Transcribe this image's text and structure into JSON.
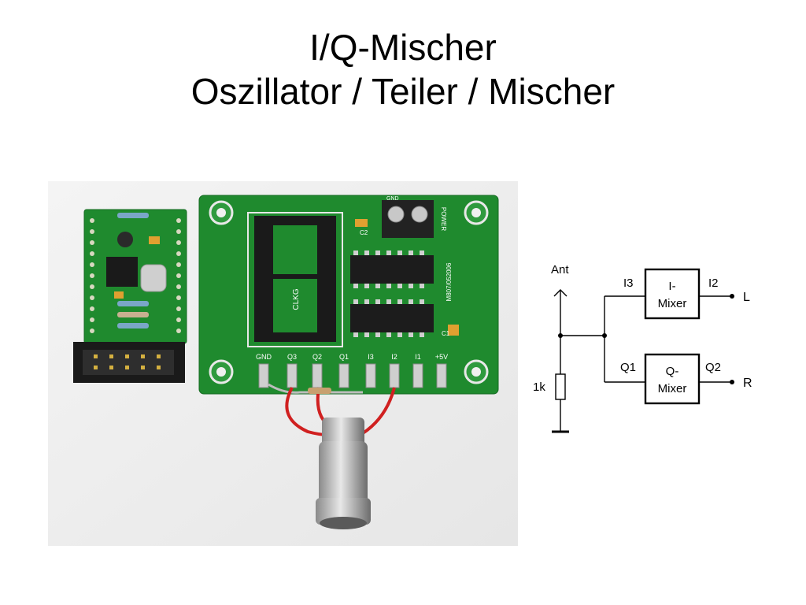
{
  "slide": {
    "title_line1": "I/Q-Mischer",
    "title_line2": "Oszillator / Teiler / Mischer"
  },
  "photo": {
    "pin_labels": [
      "GND",
      "Q3",
      "Q2",
      "Q1",
      "I3",
      "I2",
      "I1",
      "+5V"
    ],
    "silk_power": "POWER",
    "silk_gnd": "GND",
    "silk_c2": "C2",
    "silk_c1": "C1",
    "silk_clkg": "CLKG",
    "silk_id": "M807/052006"
  },
  "schematic": {
    "antenna_label": "Ant",
    "resistor_label": "1k",
    "i_mixer": {
      "line1": "I-",
      "line2": "Mixer",
      "in_pin": "I3",
      "out_pin": "I2",
      "output": "L"
    },
    "q_mixer": {
      "line1": "Q-",
      "line2": "Mixer",
      "in_pin": "Q1",
      "out_pin": "Q2",
      "output": "R"
    }
  }
}
